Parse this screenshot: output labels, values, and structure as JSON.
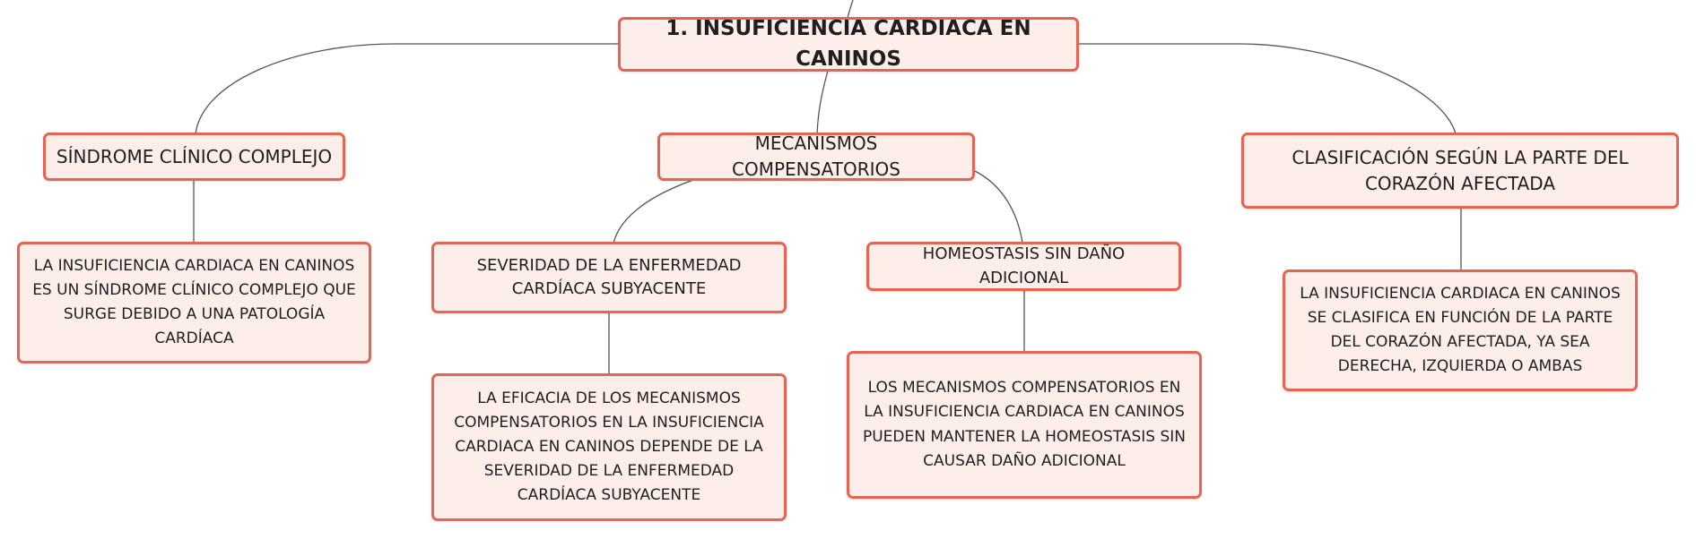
{
  "diagram": {
    "root": {
      "label": "1. INSUFICIENCIA CARDIACA EN CANINOS"
    },
    "branches": [
      {
        "label": "SÍNDROME CLÍNICO COMPLEJO",
        "detail": "LA INSUFICIENCIA CARDIACA EN CANINOS ES UN SÍNDROME CLÍNICO COMPLEJO QUE SURGE DEBIDO A UNA PATOLOGÍA CARDÍACA"
      },
      {
        "label": "MECANISMOS COMPENSATORIOS",
        "children": [
          {
            "label": "SEVERIDAD DE LA ENFERMEDAD CARDÍACA SUBYACENTE",
            "detail": "LA EFICACIA DE LOS MECANISMOS COMPENSATORIOS EN LA INSUFICIENCIA CARDIACA EN CANINOS DEPENDE DE LA SEVERIDAD DE LA ENFERMEDAD CARDÍACA SUBYACENTE"
          },
          {
            "label": "HOMEOSTASIS SIN DAÑO ADICIONAL",
            "detail": "LOS MECANISMOS COMPENSATORIOS EN LA INSUFICIENCIA CARDIACA EN CANINOS PUEDEN MANTENER LA HOMEOSTASIS SIN CAUSAR DAÑO ADICIONAL"
          }
        ]
      },
      {
        "label": "CLASIFICACIÓN SEGÚN LA PARTE DEL CORAZÓN AFECTADA",
        "detail": "LA INSUFICIENCIA CARDIACA EN CANINOS SE CLASIFICA EN FUNCIÓN DE LA PARTE DEL CORAZÓN AFECTADA, YA SEA DERECHA, IZQUIERDA O AMBAS"
      }
    ]
  },
  "colors": {
    "node_fill": "#fdeeea",
    "node_border": "#e46553",
    "connector": "#555555",
    "text": "#1f1f1f"
  }
}
